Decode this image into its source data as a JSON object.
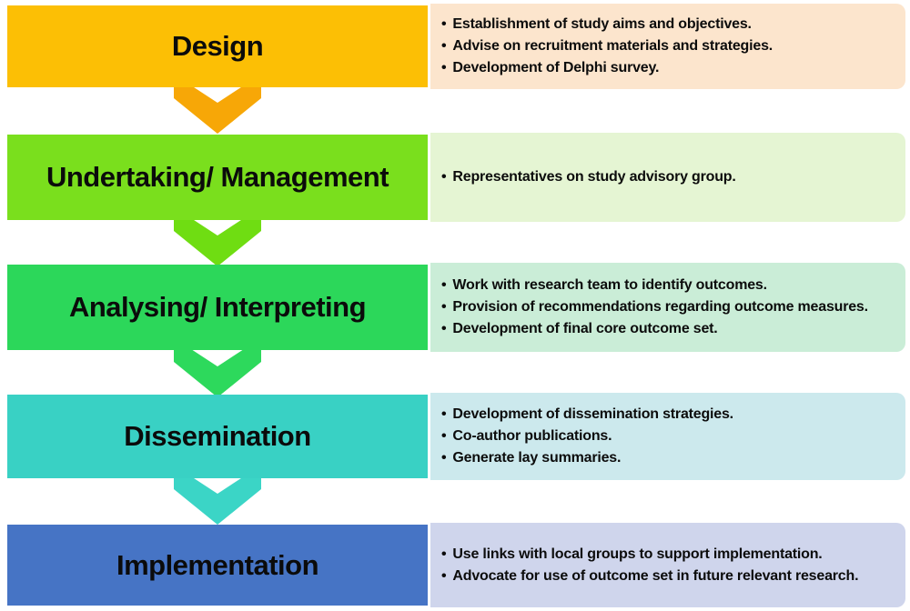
{
  "diagram": {
    "bullet_char": "•",
    "stages": [
      {
        "title": "Design",
        "box_color": "#FCBF05",
        "panel_color": "#FCE5CD",
        "arrow_color": "#F7A707",
        "bullets": [
          "Establishment of study aims and objectives.",
          "Advise on recruitment materials and strategies.",
          "Development of Delphi survey."
        ]
      },
      {
        "title": "Undertaking/ Management",
        "box_color": "#7ADF1D",
        "panel_color": "#E5F5D3",
        "arrow_color": "#6FDD12",
        "bullets": [
          "Representatives on study advisory group."
        ]
      },
      {
        "title": "Analysing/ Interpreting",
        "box_color": "#2CD75A",
        "panel_color": "#CAEDD7",
        "arrow_color": "#2DD95C",
        "bullets": [
          "Work with research team to identify outcomes.",
          "Provision of recommendations regarding outcome measures.",
          "Development of final core outcome set."
        ]
      },
      {
        "title": "Dissemination",
        "box_color": "#39D1C4",
        "panel_color": "#CCE9ED",
        "arrow_color": "#3BD5C6",
        "bullets": [
          "Development of dissemination strategies.",
          "Co-author publications.",
          "Generate lay summaries."
        ]
      },
      {
        "title": "Implementation",
        "box_color": "#4674C5",
        "panel_color": "#CFD5EC",
        "arrow_color": null,
        "bullets": [
          "Use links with local groups to support implementation.",
          "Advocate for use of outcome set in future relevant research."
        ]
      }
    ]
  }
}
